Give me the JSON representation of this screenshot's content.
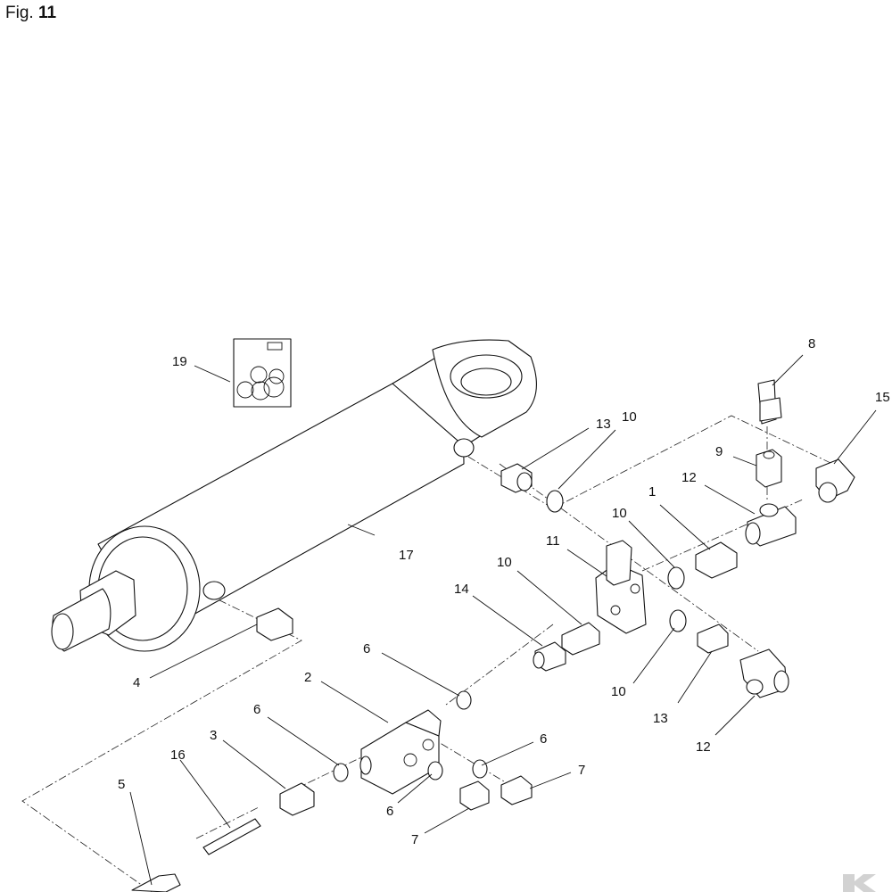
{
  "figure": {
    "prefix": "Fig.",
    "number": "11"
  },
  "callouts": {
    "c1": "1",
    "c2": "2",
    "c3": "3",
    "c4": "4",
    "c5": "5",
    "c6a": "6",
    "c6b": "6",
    "c6c": "6",
    "c6d": "6",
    "c7a": "7",
    "c7b": "7",
    "c8": "8",
    "c9": "9",
    "c10a": "10",
    "c10b": "10",
    "c10c": "10",
    "c10d": "10",
    "c11": "11",
    "c12a": "12",
    "c12b": "12",
    "c13a": "13",
    "c13b": "13",
    "c14": "14",
    "c15": "15",
    "c16": "16",
    "c17": "17",
    "c19": "19"
  },
  "icons": {
    "brand_mark": "brand-logo-icon"
  }
}
